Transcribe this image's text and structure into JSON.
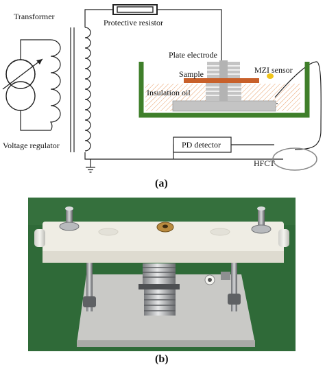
{
  "panel_a": {
    "caption": "(a)",
    "labels": {
      "transformer": "Transformer",
      "protective_resistor": "Protective resistor",
      "plate_electrode": "Plate electrode",
      "sample": "Sample",
      "mzi_sensor": "MZI sensor",
      "insulation_oil": "Insulation oil",
      "voltage_regulator": "Voltage regulator",
      "pd_detector": "PD detector",
      "hfct": "HFCT"
    },
    "colors": {
      "tank": "#3f7f2a",
      "sample": "#c8602a",
      "electrode": "#c4c4c4",
      "oil_hatch": "#e8a06a",
      "sensor": "#f0c419"
    }
  },
  "panel_b": {
    "caption": "(b)",
    "photo": {
      "colors": {
        "background": "#2f6a38",
        "top_plate": "#efede4",
        "base_plate": "#c9c9c6",
        "metal": "#a7a9ab"
      }
    }
  }
}
